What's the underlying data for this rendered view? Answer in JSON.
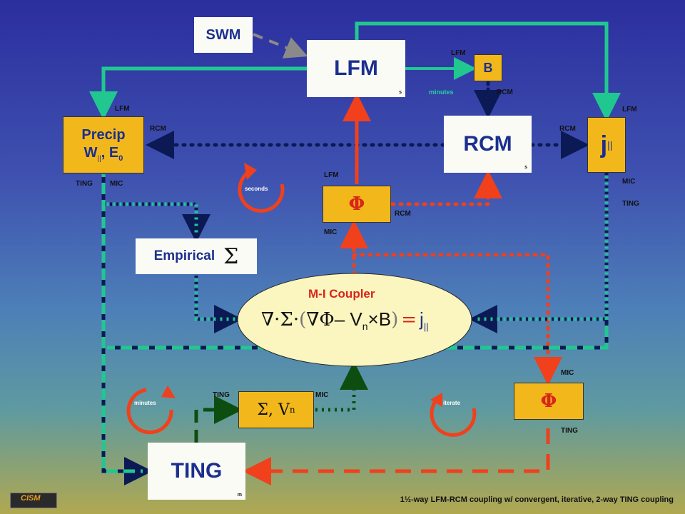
{
  "boxes": {
    "swm": "SWM",
    "lfm": "LFM",
    "lfm_sub": "s",
    "b": "B",
    "rcm": "RCM",
    "rcm_sub": "s",
    "precip_line1": "Precip",
    "precip_w": "W",
    "precip_w_sub": "||",
    "precip_e": ", E",
    "precip_e_sub": "0",
    "j": "j",
    "j_sub": "||",
    "phi_top": "Φ",
    "empirical": "Empirical",
    "sigma": "Σ",
    "coupler_title": "M-I Coupler",
    "sigma_vn": "Σ, V",
    "sigma_vn_sub": "n",
    "phi_right": "Φ",
    "ting": "TING",
    "ting_sub": "m"
  },
  "equation": {
    "nabla": "∇·",
    "sigma": "Σ",
    "dot": "·",
    "open": "(",
    "grad_phi": "∇Φ",
    "minus_vn": "– V",
    "vn_sub": "n",
    "cross_b": "×B",
    "close": ")",
    "equals": "=",
    "j": "j",
    "j_sub": "||"
  },
  "labels": {
    "lfm_near_b": "LFM",
    "rcm_near_b": "RCM",
    "minutes_near_b": "minutes",
    "precip_lfm": "LFM",
    "precip_rcm": "RCM",
    "precip_ting": "TING",
    "precip_mic": "MIC",
    "j_lfm": "LFM",
    "j_rcm": "RCM",
    "j_mic": "MIC",
    "j_ting": "TING",
    "phi_lfm": "LFM",
    "phi_rcm": "RCM",
    "phi_mic": "MIC",
    "sv_ting": "TING",
    "sv_mic": "MIC",
    "phir_mic": "MIC",
    "phir_ting": "TING"
  },
  "cycles": {
    "seconds": "seconds",
    "minutes": "minutes",
    "iterate": "iterate"
  },
  "logo": "CISM",
  "caption": "1½-way LFM-RCM coupling w/ convergent, iterative, 2-way TING coupling",
  "colors": {
    "box_fill": "#f2b81b",
    "white_box": "#fbfbf6",
    "teal": "#20c890",
    "navy": "#0b1a55",
    "red": "#f0401c",
    "green": "#0e4d10",
    "gray": "#8a8a8a",
    "text_blue": "#1b2f8f"
  }
}
